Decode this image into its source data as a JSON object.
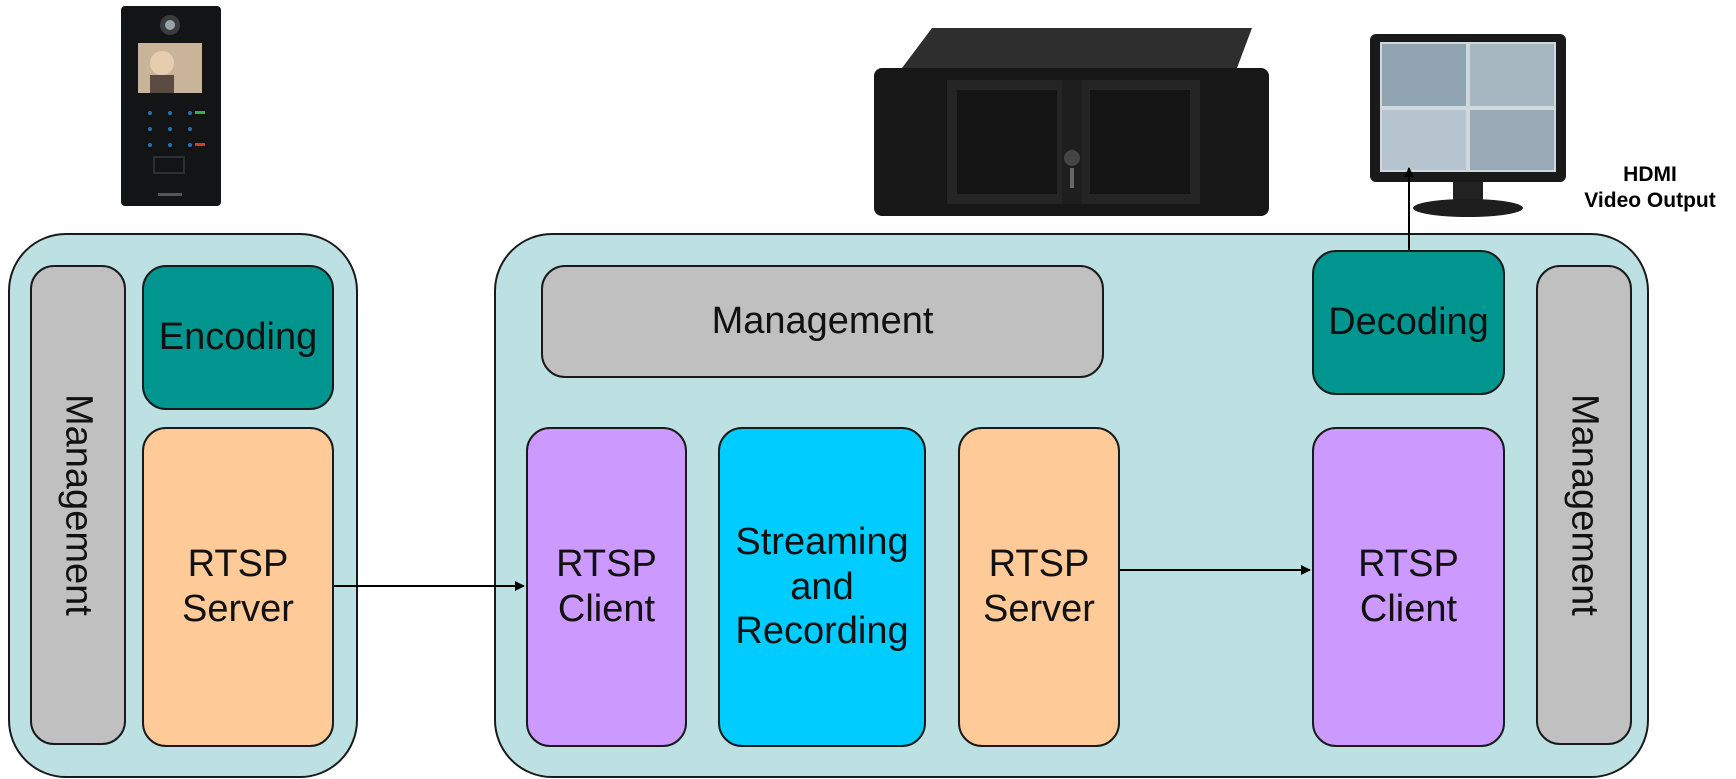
{
  "left_device": {
    "management_label": "Management",
    "encoding_label": "Encoding",
    "rtsp_server_label": "RTSP\nServer"
  },
  "center_device": {
    "management_label": "Management",
    "rtsp_client_label": "RTSP\nClient",
    "streaming_label": "Streaming\nand\nRecording",
    "rtsp_server_label": "RTSP\nServer",
    "decoding_label": "Decoding",
    "rtsp_client2_label": "RTSP\nClient",
    "side_management_label": "Management"
  },
  "output_note": "HDMI\nVideo Output",
  "colors": {
    "container": "#bde0e2",
    "management": "#c0c0c0",
    "encoding": "#00968f",
    "rtsp_server": "#fdca98",
    "rtsp_client": "#cc99ff",
    "streaming": "#00ccff"
  },
  "icons": [
    "door-intercom-icon",
    "nvr-rack-icon",
    "monitor-icon"
  ]
}
